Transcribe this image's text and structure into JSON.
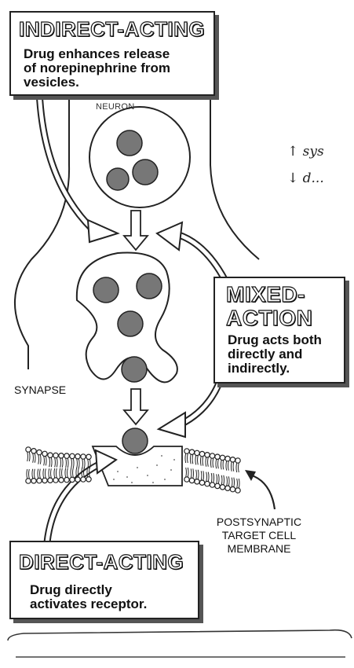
{
  "indirect": {
    "title": "INDIRECT-ACTING",
    "desc_lines": [
      "Drug enhances release",
      "of norepinephrine from",
      "vesicles."
    ]
  },
  "neuron_label": "NEURON",
  "mixed": {
    "title_lines": [
      "MIXED-",
      "ACTION"
    ],
    "desc_lines": [
      "Drug acts both",
      "directly and",
      "indirectly."
    ]
  },
  "synapse_label": "SYNAPSE",
  "postsynaptic_lines": [
    "POSTSYNAPTIC",
    "TARGET CELL",
    "MEMBRANE"
  ],
  "direct": {
    "title": "DIRECT-ACTING",
    "desc_lines": [
      "Drug directly",
      "activates receptor."
    ]
  },
  "handwriting_lines": [
    "↑ sys",
    "↓ d..."
  ]
}
